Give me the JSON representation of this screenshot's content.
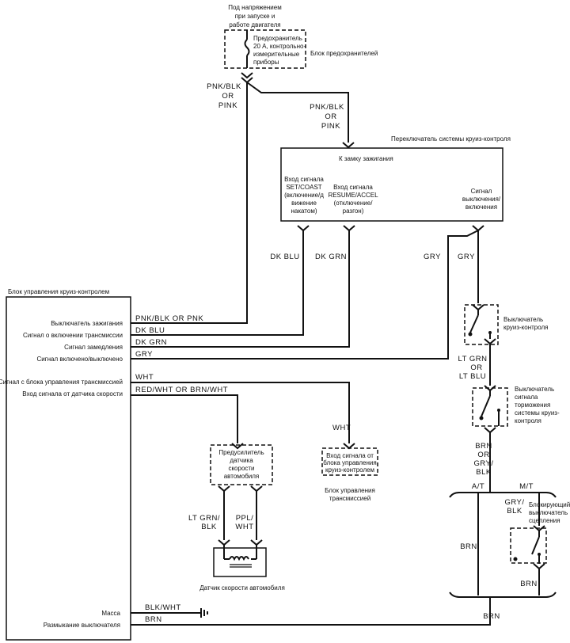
{
  "top_note": [
    "Под напряжением",
    "при запуске и",
    "работе двигателя"
  ],
  "fuse_block": {
    "fuse_text": [
      "Предохранитель",
      "20 А, контрольно-",
      "измерительные",
      "приборы"
    ],
    "label": "Блок предохранителей"
  },
  "wires": {
    "pnk_left": [
      "PNK/BLK",
      "OR",
      "PINK"
    ],
    "pnk_right": [
      "PNK/BLK",
      "OR",
      "PINK"
    ],
    "dk_blu": "DK BLU",
    "dk_grn": "DK GRN",
    "gry_left": "GRY",
    "gry_right": "GRY",
    "lt_grn": [
      "LT GRN",
      "OR",
      "LT BLU"
    ],
    "brn_gry": [
      "BRN",
      "OR",
      "GRY/",
      "BLK"
    ],
    "at": "A/T",
    "mt": "M/T",
    "gry_blk": [
      "GRY/",
      "BLK"
    ],
    "brn_left": "BRN",
    "brn_right": "BRN",
    "brn_bottom": "BRN",
    "pnk_ecu": "PNK/BLK OR PNK",
    "dk_blu_ecu": "DK BLU",
    "dk_grn_ecu": "DK GRN",
    "gry_ecu": "GRY",
    "wht_ecu": "WHT",
    "red_wht": "RED/WHT OR BRN/WHT",
    "wht_vert": "WHT",
    "lt_grn_blk": [
      "LT GRN/",
      "BLK"
    ],
    "ppl_wht": [
      "PPL/",
      "WHT"
    ],
    "blk_wht": "BLK/WHT",
    "brn_ecu": "BRN"
  },
  "cruise_switch": {
    "title": "Переключатель системы круиз-контроля",
    "ignition": "К замку зажигания",
    "set_input": [
      "Вход сигнала",
      "SET/COAST",
      "(включение/д",
      "вижение",
      "накатом)"
    ],
    "resume_input": [
      "Вход сигнала",
      "RESUME/ACCEL",
      "(отключение/",
      "разгон)"
    ],
    "off_signal": [
      "Сигнал",
      "выключения/",
      "включения"
    ]
  },
  "cruise_switch_sw": [
    "Выключатель",
    "круиз-контроля"
  ],
  "brake_switch": [
    "Выключатель",
    "сигнала",
    "торможения",
    "системы круиз-",
    "контроля"
  ],
  "clutch_switch": [
    "Блокирующий",
    "выключатель",
    "сцепления"
  ],
  "ecu": {
    "title": "Блок управления круиз-контролем",
    "pins": [
      "Выключатель зажигания",
      "Сигнал о включении трансмиссии",
      "Сигнал замедления",
      "Сигнал включено/выключено",
      "Сигнал с блока управления трансмиссией",
      "Вход сигнала от датчика скорости",
      "Масса",
      "Размыкание выключателя"
    ]
  },
  "speed_amp": [
    "Предусилитель",
    "датчика",
    "скорости",
    "автомобиля"
  ],
  "tcm_box": [
    "Вход сигнала от",
    "блока управления",
    "круиз-контролем"
  ],
  "tcm_label": [
    "Блок управления",
    "трансмиссией"
  ],
  "speed_sensor_label": "Датчик скорости автомобиля"
}
